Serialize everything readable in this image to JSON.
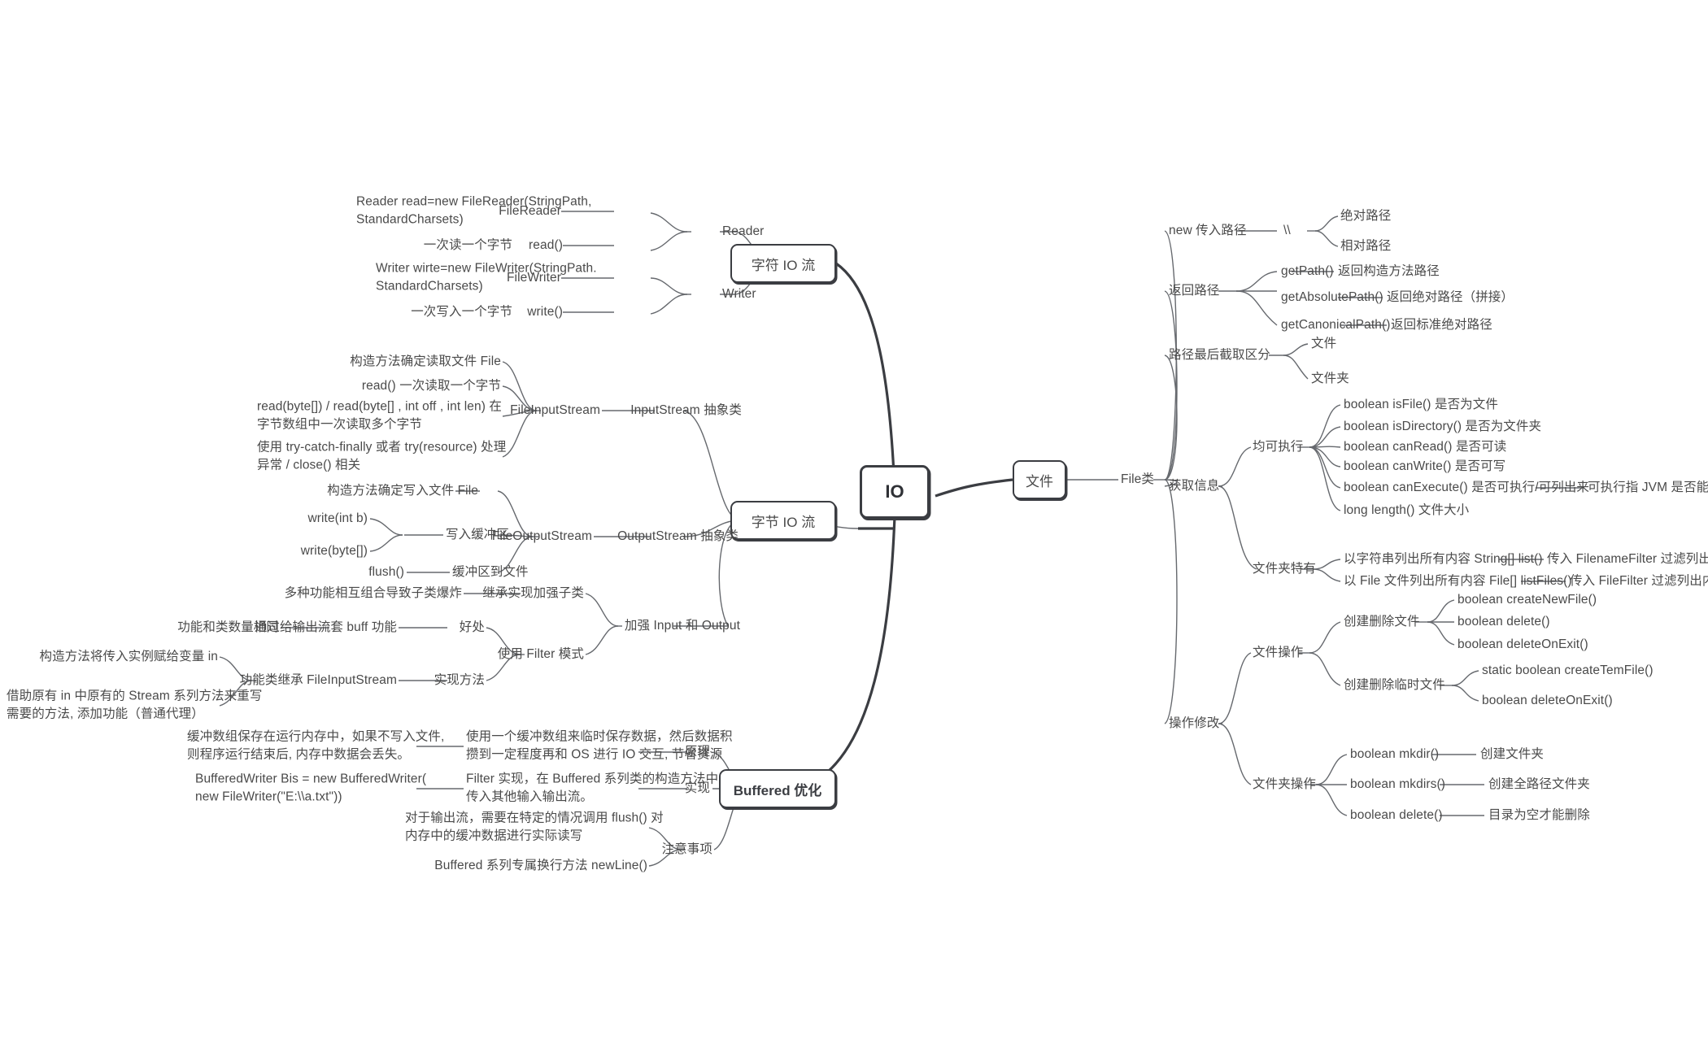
{
  "meta": {
    "title": "IO",
    "bg_color": "#ffffff",
    "text_color": "#4a4a4a",
    "line_color": "#66696e",
    "box_border_color": "#3b3d42"
  },
  "root": {
    "label": "IO"
  },
  "boxes": {
    "char_io": "字符 IO 流",
    "byte_io": "字节 IO 流",
    "buffered": "Buffered 优化",
    "file": "文件"
  },
  "char_io_branch": {
    "reader": "Reader",
    "writer": "Writer",
    "file_reader": "FileReader",
    "read_method": "read()",
    "file_writer": "FileWriter",
    "write_method": "write()",
    "reader_construct": "Reader read=new FileReader(StringPath,\nStandardCharsets)",
    "read_desc": "一次读一个字节",
    "writer_construct": "Writer wirte=new FileWriter(StringPath.\nStandardCharsets)",
    "write_desc": "一次写入一个字节"
  },
  "byte_io_branch": {
    "input_stream": "InputStream 抽象类",
    "output_stream": "OutputStream 抽象类",
    "enhance": "加强 Input 和 Output",
    "file_input_stream": "FileInputStream",
    "file_output_stream": "FileOutputStream",
    "fis_notes": [
      "构造方法确定读取文件 File",
      "read() 一次读取一个字节",
      "read(byte[]) / read(byte[] , int off , int len) 在\n字节数组中一次读取多个字节",
      "使用 try-catch-finally 或者 try(resource) 处理\n异常 / close() 相关"
    ],
    "fos_construct": "构造方法确定写入文件 File",
    "fos_buffer": "写入缓冲区",
    "write_int_b": "write(int b)",
    "write_byte_arr": "write(byte[])",
    "flush": "flush()",
    "buffer_to_file": "缓冲区到文件",
    "filter_pattern": "使用 Filter 模式",
    "inherit_subclass": "继承实现加强子类",
    "subclass_explosion": "多种功能相互组合导致子类爆炸",
    "benefit": "好处",
    "buff_wrap": "通过给输出流套 buff 功能",
    "same_count": "功能和类数量相同",
    "impl_method": "实现方法",
    "func_inherit": "功能类继承 FileInputStream",
    "construct_assign": "构造方法将传入实例赋给变量 in",
    "rewrite_note": "借助原有 in 中原有的 Stream 系列方法来重写\n需要的方法, 添加功能（普通代理）"
  },
  "buffered_branch": {
    "principle": "原理",
    "implementation": "实现",
    "notice": "注意事项",
    "principle_desc": "使用一个缓冲数组来临时保存数据，然后数据积\n攒到一定程度再和 OS 进行 IO 交互, 节省资源",
    "principle_detail": "缓冲数组保存在运行内存中，如果不写入文件,\n则程序运行结束后, 内存中数据会丢失。",
    "impl_desc": "Filter 实现，在 Buffered 系列类的构造方法中\n传入其他输入输出流。",
    "impl_detail": "BufferedWriter Bis = new BufferedWriter(\nnew FileWriter(\"E:\\\\a.txt\"))",
    "notice_1": "对于输出流，需要在特定的情况调用 flush() 对\n内存中的缓冲数据进行实际读写",
    "notice_2": "Buffered 系列专属换行方法 newLine()"
  },
  "file_branch": {
    "file_class": "File类",
    "new_path": "new 传入路径",
    "separator": "\\\\",
    "abs_path": "绝对路径",
    "rel_path": "相对路径",
    "return_path": "返回路径",
    "get_path": "getPath()",
    "get_path_desc": "返回构造方法路径",
    "get_absolute_path": "getAbsolutePath()",
    "get_absolute_path_desc": "返回绝对路径（拼接）",
    "get_canonical_path": "getCanonicalPath()",
    "get_canonical_path_desc": "返回标准绝对路径",
    "path_tail": "路径最后截取区分",
    "tail_file": "文件",
    "tail_folder": "文件夹",
    "get_info": "获取信息",
    "all_exec": "均可执行",
    "exec_items": [
      "boolean isFile() 是否为文件",
      "boolean isDirectory() 是否为文件夹",
      "boolean canRead() 是否可读",
      "boolean canWrite() 是否可写",
      "boolean canExecute() 是否可执行/可列出来",
      "long length() 文件大小"
    ],
    "can_execute_note": "可执行指 JVM 是否能改变它",
    "folder_only": "文件夹特有",
    "list_string": "以字符串列出所有内容 String[] list()",
    "list_string_note": "传入 FilenameFilter 过滤列出内容",
    "list_files": "以 File 文件列出所有内容 File[] listFiles()",
    "list_files_note": "传入 FileFilter 过滤列出内容",
    "modify": "操作修改",
    "file_ops": "文件操作",
    "folder_ops": "文件夹操作",
    "create_delete_file": "创建删除文件",
    "create_delete_file_items": [
      "boolean createNewFile()",
      "boolean delete()",
      "boolean deleteOnExit()"
    ],
    "create_delete_temp": "创建删除临时文件",
    "create_delete_temp_items": [
      "static boolean createTemFile()",
      "boolean deleteOnExit()"
    ],
    "folder_items": [
      {
        "method": "boolean mkdir()",
        "desc": "创建文件夹"
      },
      {
        "method": "boolean mkdirs()",
        "desc": "创建全路径文件夹"
      },
      {
        "method": "boolean delete()",
        "desc": "目录为空才能删除"
      }
    ]
  }
}
